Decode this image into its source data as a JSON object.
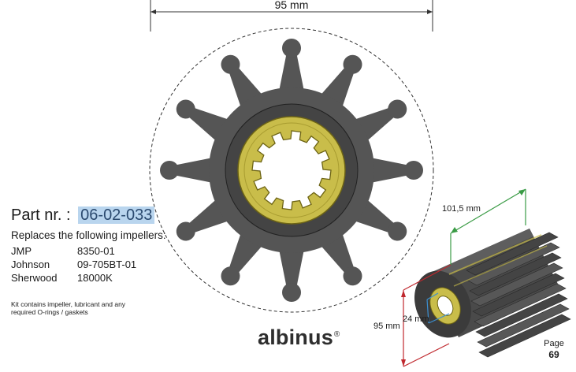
{
  "dimensions": {
    "top_width": "95 mm",
    "iso_length": "101,5 mm",
    "iso_diameter": "95 mm",
    "iso_bore": "24 mm"
  },
  "part": {
    "label": "Part nr. :",
    "number": "06-02-033",
    "replaces": "Replaces the following impellers:"
  },
  "compatibility": [
    {
      "brand": "JMP",
      "code": "8350-01"
    },
    {
      "brand": "Johnson",
      "code": "09-705BT-01"
    },
    {
      "brand": "Sherwood",
      "code": "18000K"
    }
  ],
  "kit_note": "Kit contains impeller, lubricant and any required O-rings / gaskets",
  "brand": {
    "name": "albinus",
    "mark": "®"
  },
  "page": {
    "label": "Page",
    "number": "69"
  },
  "colors": {
    "rubber": "#555555",
    "rubber_dark": "#3e3e3e",
    "hub": "#c9bd4a",
    "hub_dark": "#8a7f22",
    "dim_green": "#3a9b45",
    "dim_red": "#c0282e",
    "dim_blue": "#3c8fcf",
    "highlight": "#b9d5ee"
  },
  "impeller": {
    "blades": 12,
    "splines": 12
  }
}
